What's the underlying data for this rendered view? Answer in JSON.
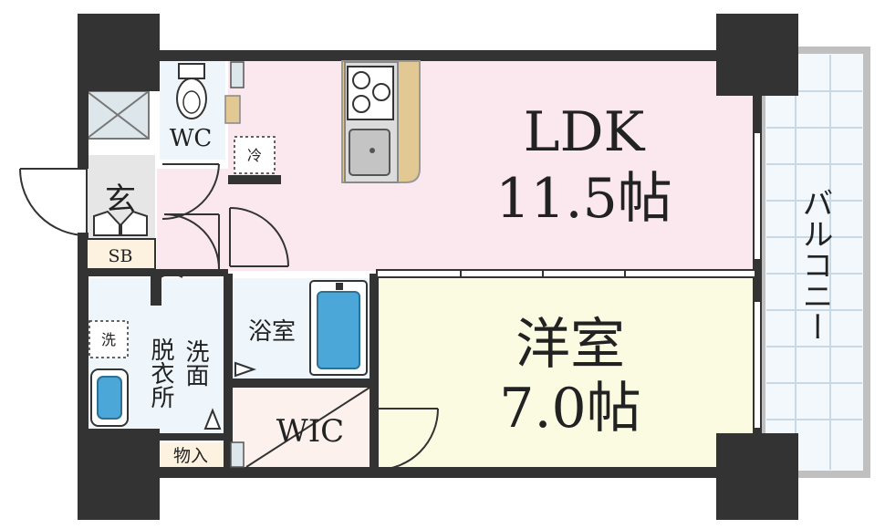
{
  "plan": {
    "ldk": {
      "name": "LDK",
      "size": "11.5帖"
    },
    "western_room": {
      "name": "洋室",
      "size": "7.0帖"
    },
    "balcony": "バルコニー",
    "wc": "WC",
    "entrance": "玄",
    "shoe_box": "SB",
    "bathroom": "浴室",
    "dressing_room": "脱衣所",
    "washbasin": "洗面",
    "walk_in_closet": "WIC",
    "storage": "物入",
    "fridge": "冷",
    "washer": "洗"
  },
  "colors": {
    "wall": "#333333",
    "ldk_floor": "#fbe8ef",
    "western_floor": "#fbfbe2",
    "wet_floor": "#eef6fb",
    "wic_floor": "#fdf1ee",
    "entrance_floor": "#e6e6e6",
    "balcony_grid": "#c8d8e4",
    "counter": "#e2c892"
  }
}
